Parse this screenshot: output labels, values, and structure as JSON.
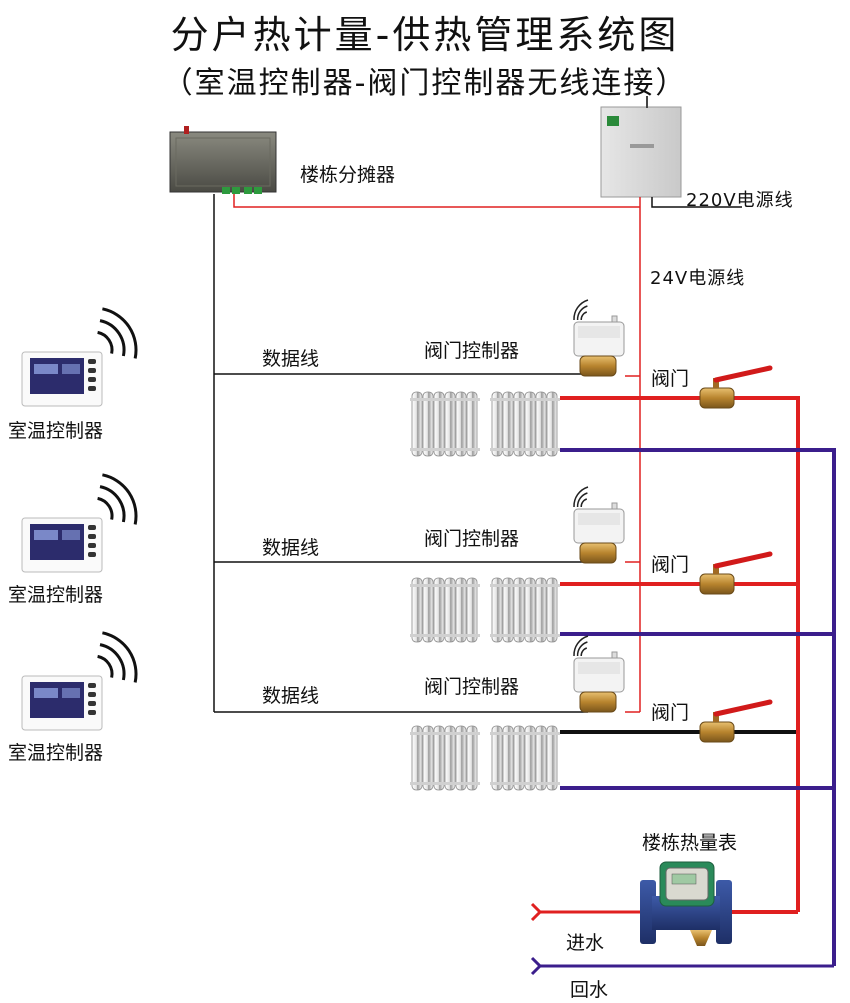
{
  "title": "分户热计量-供热管理系统图",
  "subtitle": "（室温控制器-阀门控制器无线连接）",
  "labels": {
    "distributor": "楼栋分摊器",
    "power220": "220V电源线",
    "power24": "24V电源线",
    "data_line": "数据线",
    "valve_controller": "阀门控制器",
    "valve": "阀门",
    "room_thermostat": "室温控制器",
    "heat_meter": "楼栋热量表",
    "inlet": "进水",
    "return": "回水"
  },
  "colors": {
    "supply": "#e02020",
    "return": "#3b1e8c",
    "data": "#111111",
    "power": "#e02020"
  }
}
